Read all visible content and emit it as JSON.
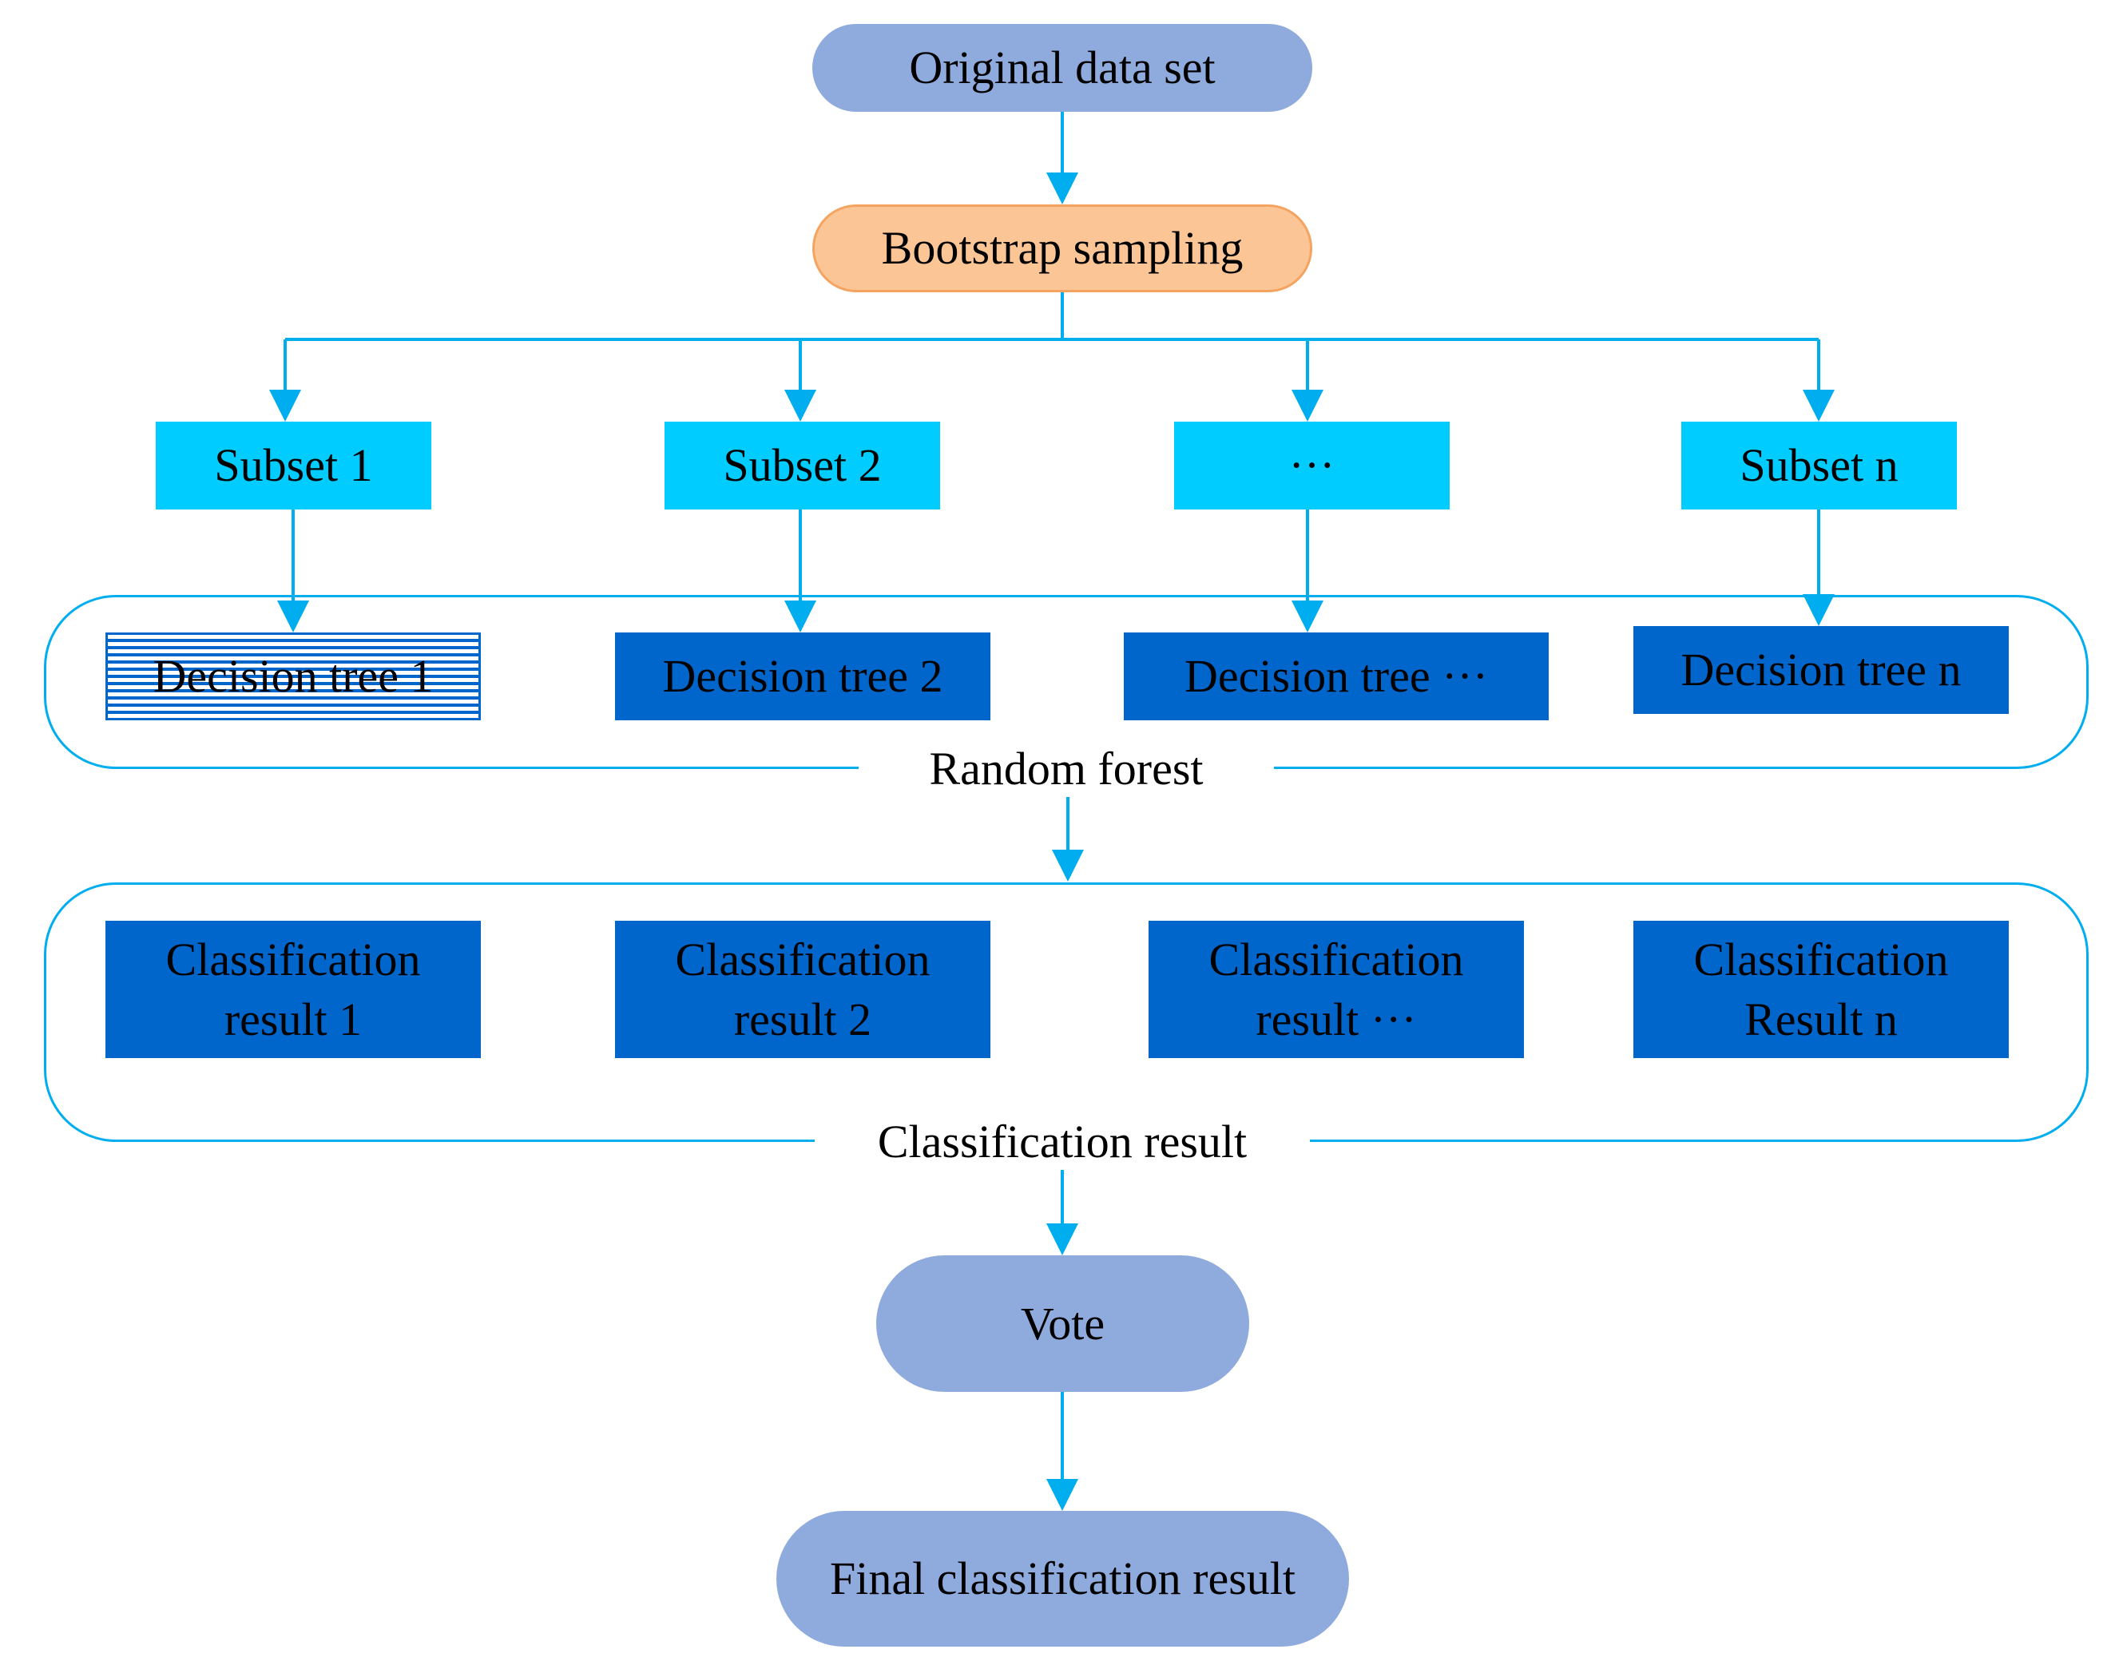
{
  "diagram": {
    "original_data_set": "Original data set",
    "bootstrap_sampling": "Bootstrap sampling",
    "subsets": [
      "Subset 1",
      "Subset 2",
      "···",
      "Subset n"
    ],
    "decision_trees": [
      "Decision tree 1",
      "Decision tree 2",
      "Decision tree ···",
      "Decision tree n"
    ],
    "random_forest_label": "Random forest",
    "classification_results": [
      {
        "line1": "Classification",
        "line2": "result 1"
      },
      {
        "line1": "Classification",
        "line2": "result 2"
      },
      {
        "line1": "Classification",
        "line2": "result ···"
      },
      {
        "line1": "Classification",
        "line2": "Result n"
      }
    ],
    "classification_result_label": "Classification result",
    "vote": "Vote",
    "final_result": "Final classification result",
    "colors": {
      "connector": "#00aeef",
      "pill": "#8faadc",
      "bootstrap": "#fbc596",
      "subset": "#00ccff",
      "tree": "#0066cc"
    }
  }
}
